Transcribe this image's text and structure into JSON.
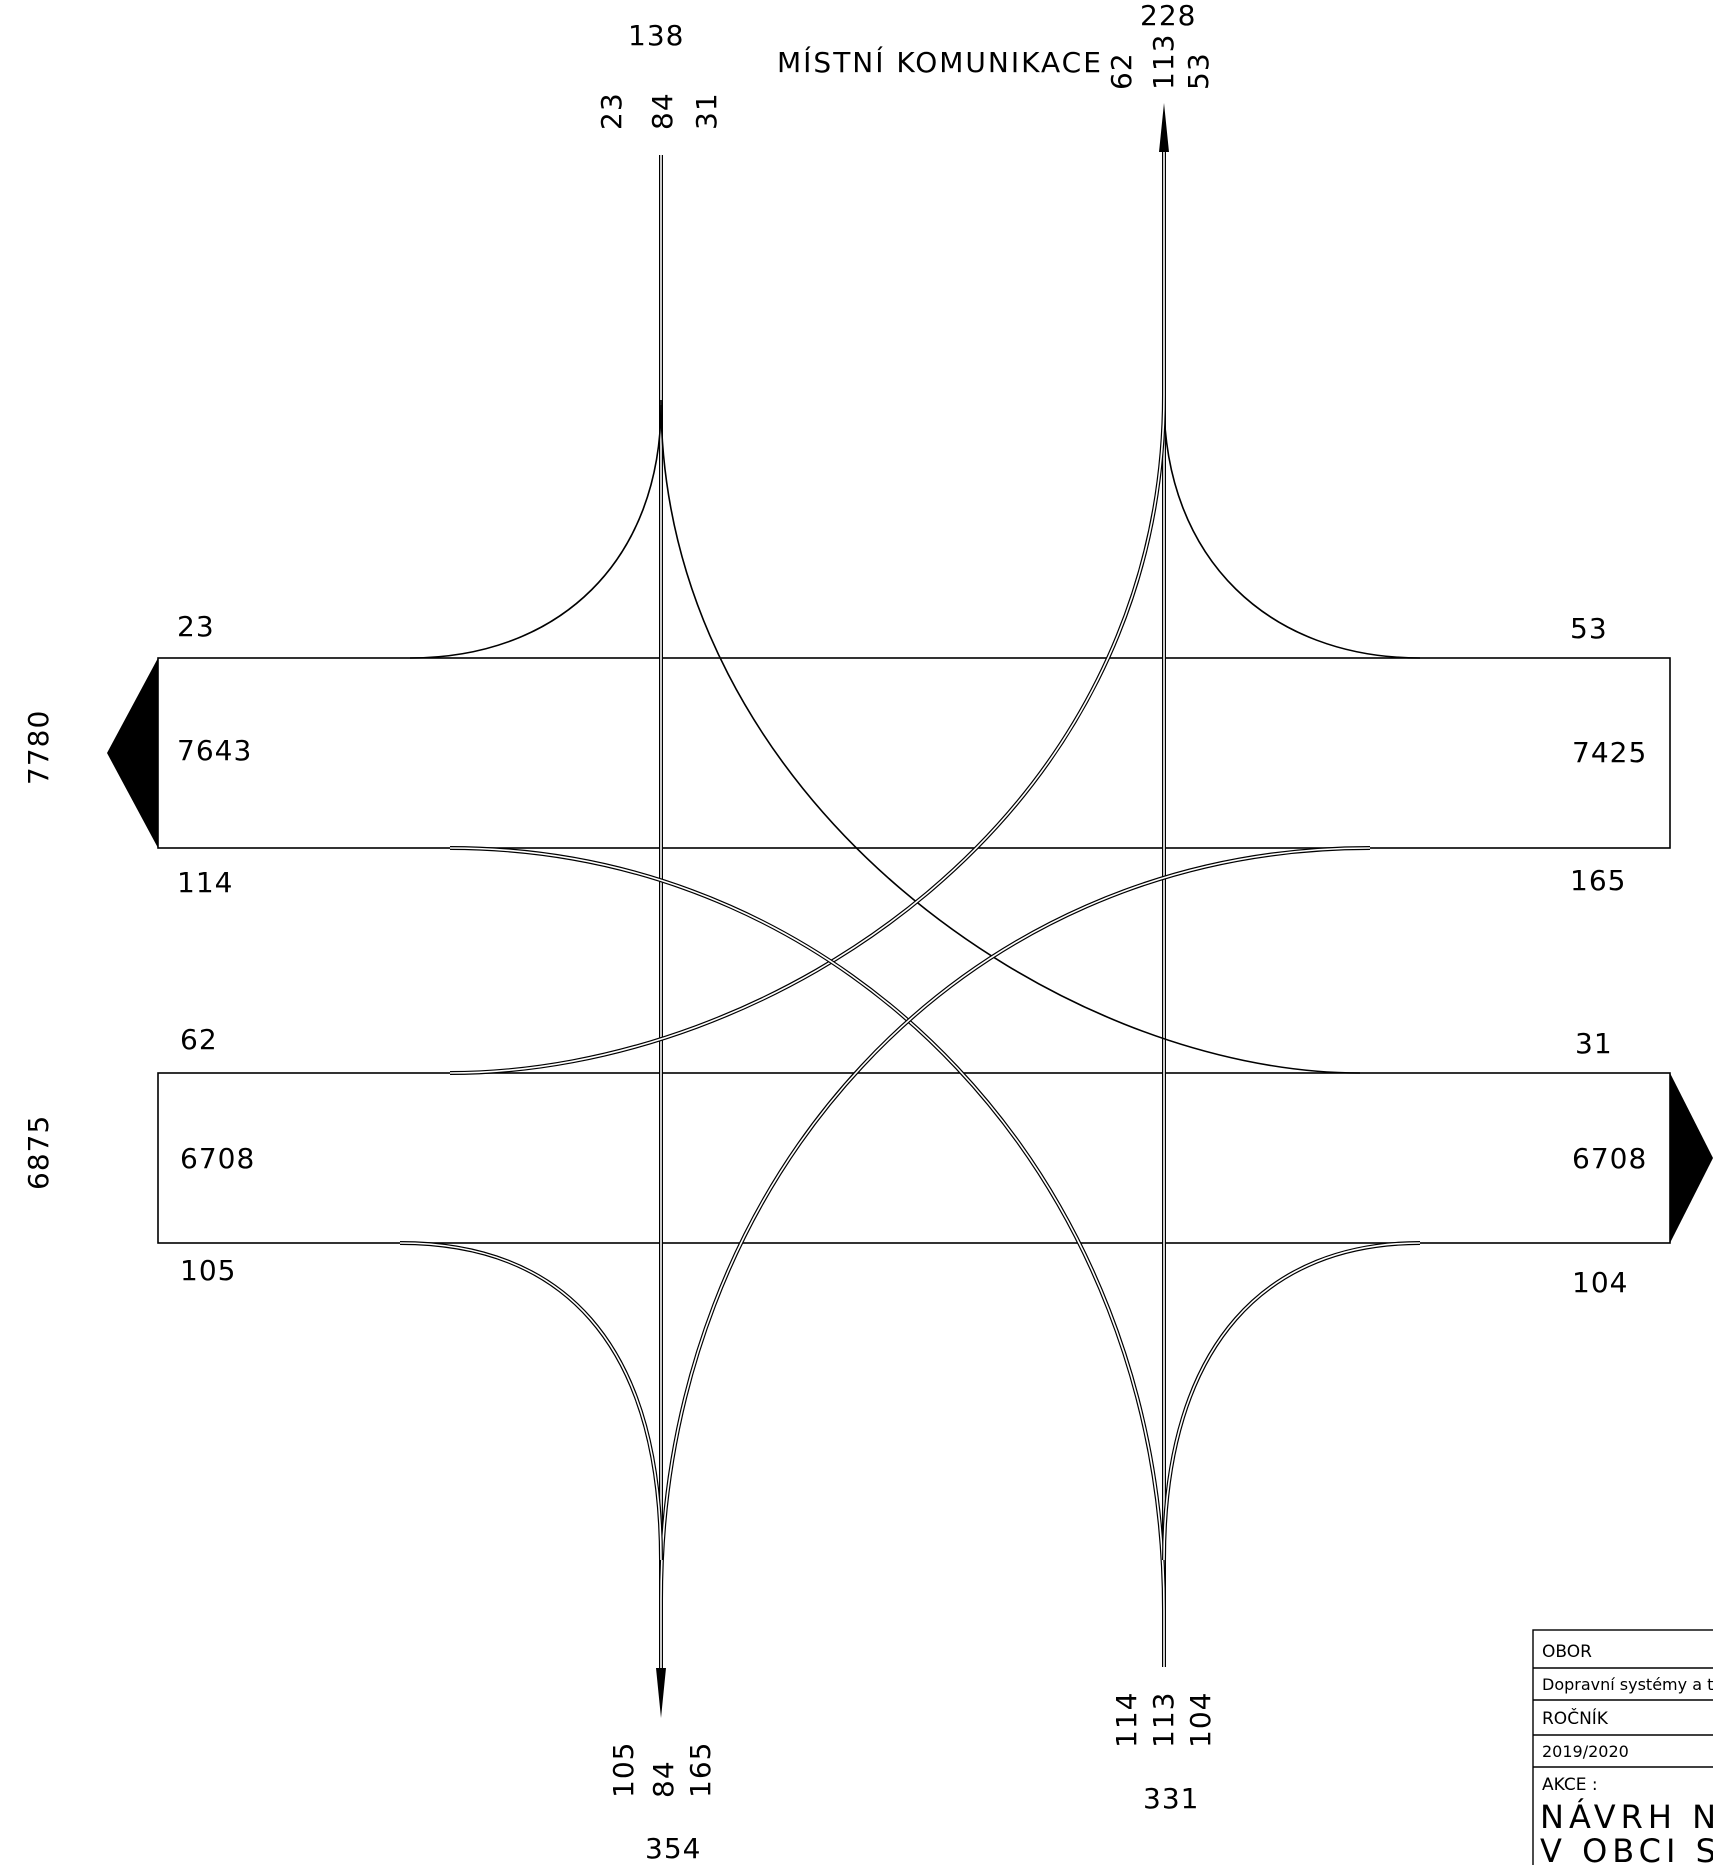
{
  "road_label": "MÍSTNÍ KOMUNIKACE",
  "north_top": {
    "left_total": "138",
    "left_parts": [
      "23",
      "84",
      "31"
    ],
    "right_total": "228",
    "right_parts": [
      "62",
      "113",
      "53"
    ]
  },
  "south_bottom": {
    "left_parts": [
      "105",
      "84",
      "165"
    ],
    "left_total": "354",
    "right_parts": [
      "114",
      "113",
      "104"
    ],
    "right_total": "331"
  },
  "west": {
    "upper_total": "7780",
    "upper_top": "23",
    "upper_main": "7643",
    "upper_bottom": "114",
    "lower_total": "6875",
    "lower_top": "62",
    "lower_main": "6708",
    "lower_bottom": "105"
  },
  "east": {
    "upper_top": "53",
    "upper_main": "7425",
    "upper_bottom": "165",
    "lower_top": "31",
    "lower_main": "6708",
    "lower_bottom": "104"
  },
  "title_block": {
    "obor_label": "OBOR",
    "obor_value": "Dopravní systémy a te",
    "rocnik_label": "ROČNÍK",
    "rocnik_value": "2019/2020",
    "akce_label": "AKCE :",
    "akce_line1": "NÁVRH NOV",
    "akce_line2": "V OBCI SED"
  }
}
